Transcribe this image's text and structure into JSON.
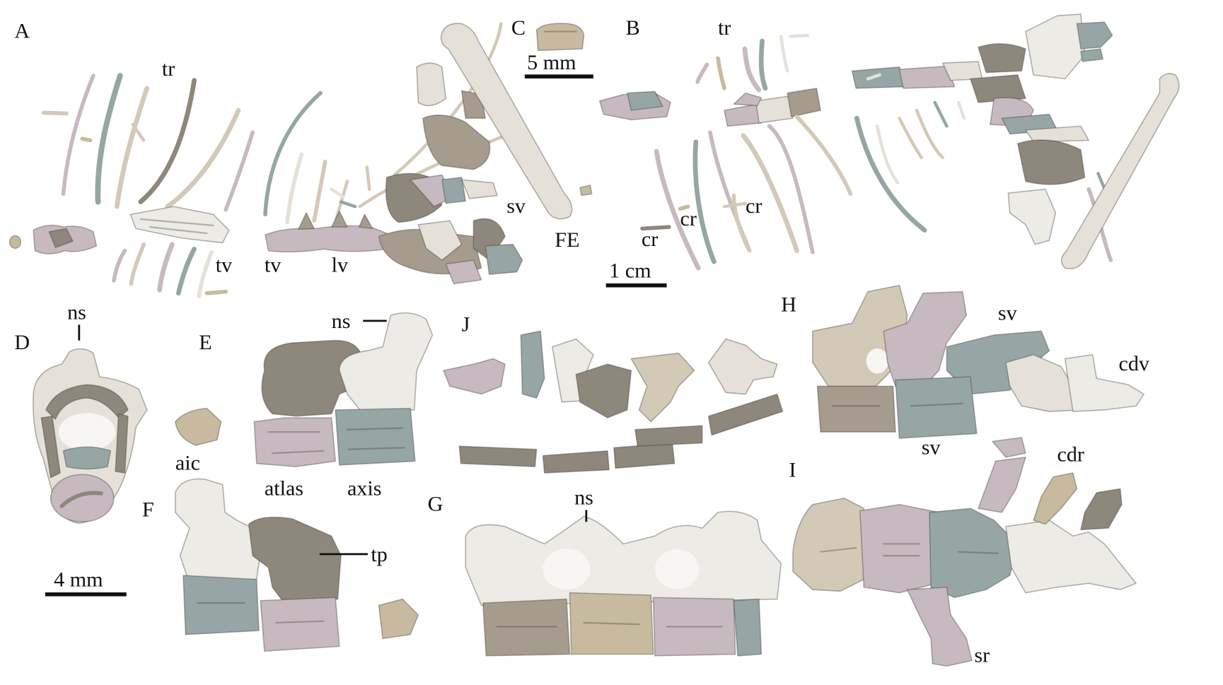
{
  "panels": {
    "a": {
      "letter": "A",
      "tr": "tr",
      "tv_left": "tv",
      "tv_right": "tv",
      "lv": "lv",
      "sv": "sv",
      "fe": "FE"
    },
    "b": {
      "letter": "B",
      "tr": "tr",
      "cr_left": "cr",
      "cr_middle": "cr",
      "cr_right": "cr",
      "scale_bar": "1 cm"
    },
    "c": {
      "letter": "C",
      "scale_bar": "5 mm"
    },
    "d": {
      "letter": "D",
      "ns": "ns"
    },
    "e": {
      "letter": "E",
      "ns": "ns",
      "aic": "aic",
      "atlas": "atlas",
      "axis": "axis"
    },
    "f": {
      "letter": "F",
      "tp": "tp"
    },
    "g": {
      "letter": "G",
      "ns": "ns"
    },
    "h": {
      "letter": "H",
      "sv_top": "sv",
      "sv_bottom": "sv",
      "cdv": "cdv"
    },
    "i": {
      "letter": "I",
      "cdr": "cdr",
      "sr": "sr"
    },
    "j": {
      "letter": "J"
    }
  },
  "shared_scale_bar": "4 mm",
  "palette": {
    "cream": "#e5e1d9",
    "white": "#ecebe6",
    "beige": "#d3c9b7",
    "tan": "#c8ba9e",
    "lav": "#c7b9c0",
    "teal": "#95a6a5",
    "taupe": "#8e877c",
    "taupe2": "#a59c8e",
    "hole": "#f7f6f3"
  }
}
